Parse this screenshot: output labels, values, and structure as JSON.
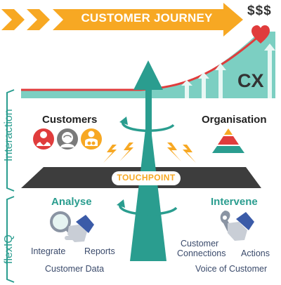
{
  "banner": {
    "title": "CUSTOMER JOURNEY",
    "money": "$$$",
    "cx": "CX"
  },
  "sections": {
    "interaction": "Interaction",
    "flexiq": "flexIQ"
  },
  "top_left": {
    "title": "Customers"
  },
  "top_right": {
    "title": "Organisation"
  },
  "touchpoint": "TOUCHPOINT",
  "bottom_left": {
    "title": "Analyse",
    "labels": {
      "integrate": "Integrate",
      "reports": "Reports",
      "customer_data": "Customer Data"
    }
  },
  "bottom_right": {
    "title": "Intervene",
    "labels": {
      "customer": "Customer",
      "connections": "Connections",
      "actions": "Actions",
      "voice": "Voice of Customer"
    }
  },
  "colors": {
    "orange": "#f7a823",
    "teal": "#2a9d8f",
    "teal_light": "#7ccfc2",
    "red": "#e03c3c",
    "dark_band": "#3d3d3d"
  },
  "icons": {
    "customer_persona_1": "heart-person-icon",
    "customer_persona_2": "brain-person-icon",
    "customer_persona_3": "gears-person-icon",
    "organisation": "pyramid-icon",
    "analyse": "magnifier-hand-icon",
    "intervene": "wrench-hand-icon"
  }
}
